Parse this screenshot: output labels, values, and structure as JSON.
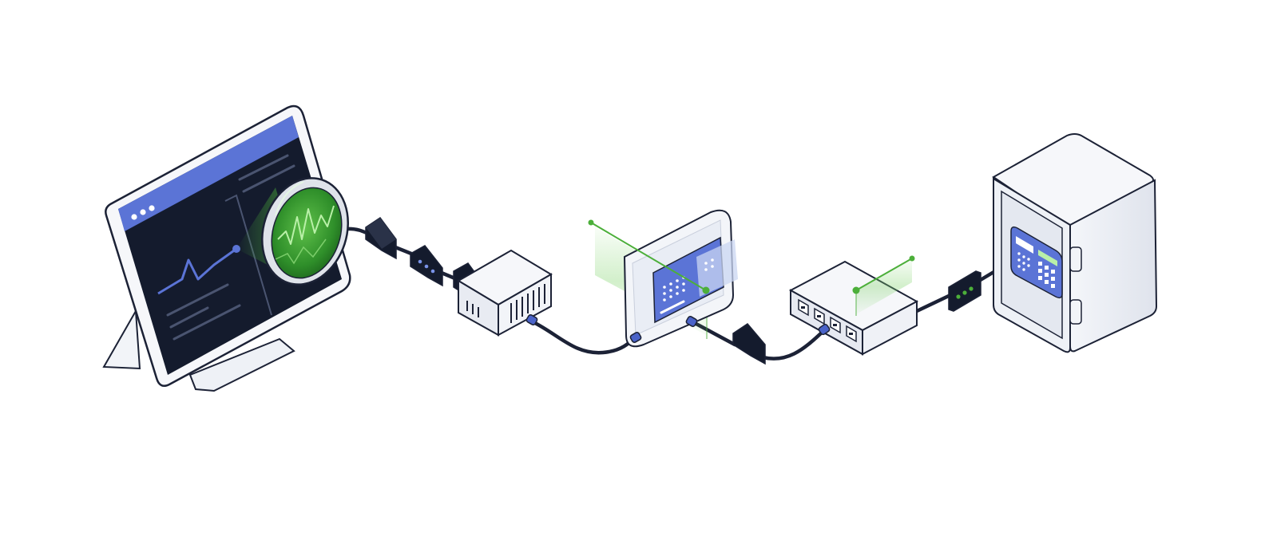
{
  "colors": {
    "background": "#ffffff",
    "outline": "#1c2236",
    "screen_dark": "#141b2d",
    "accent_blue": "#5b74d6",
    "accent_green": "#4caf3a",
    "green_glow": "#7fd36a",
    "device_fill": "#f2f4f8",
    "device_shade": "#dde2ec",
    "cable": "#1c2236",
    "connector": "#4a63c8"
  },
  "nodes": [
    {
      "id": "monitor",
      "icon": "monitor-with-magnifier-icon",
      "role": "analysis workstation"
    },
    {
      "id": "inline-module-1",
      "icon": "cable-module-icon"
    },
    {
      "id": "inline-module-2",
      "icon": "cable-module-icon",
      "indicator_lights": 3
    },
    {
      "id": "server-box",
      "icon": "server-box-icon"
    },
    {
      "id": "filter-panel",
      "icon": "filter-panel-icon",
      "highlighted": true
    },
    {
      "id": "inline-module-3",
      "icon": "cable-module-icon"
    },
    {
      "id": "network-switch",
      "icon": "network-switch-icon",
      "ports": 4,
      "highlighted": true
    },
    {
      "id": "inline-module-4",
      "icon": "cable-module-icon",
      "indicator_lights": 3
    },
    {
      "id": "safe",
      "icon": "safe-with-keypad-icon",
      "role": "secure storage"
    }
  ],
  "connections": [
    {
      "from": "monitor",
      "to": "inline-module-1"
    },
    {
      "from": "inline-module-1",
      "to": "inline-module-2"
    },
    {
      "from": "inline-module-2",
      "to": "server-box"
    },
    {
      "from": "server-box",
      "to": "filter-panel"
    },
    {
      "from": "filter-panel",
      "to": "inline-module-3"
    },
    {
      "from": "inline-module-3",
      "to": "network-switch"
    },
    {
      "from": "network-switch",
      "to": "inline-module-4"
    },
    {
      "from": "inline-module-4",
      "to": "safe"
    }
  ]
}
